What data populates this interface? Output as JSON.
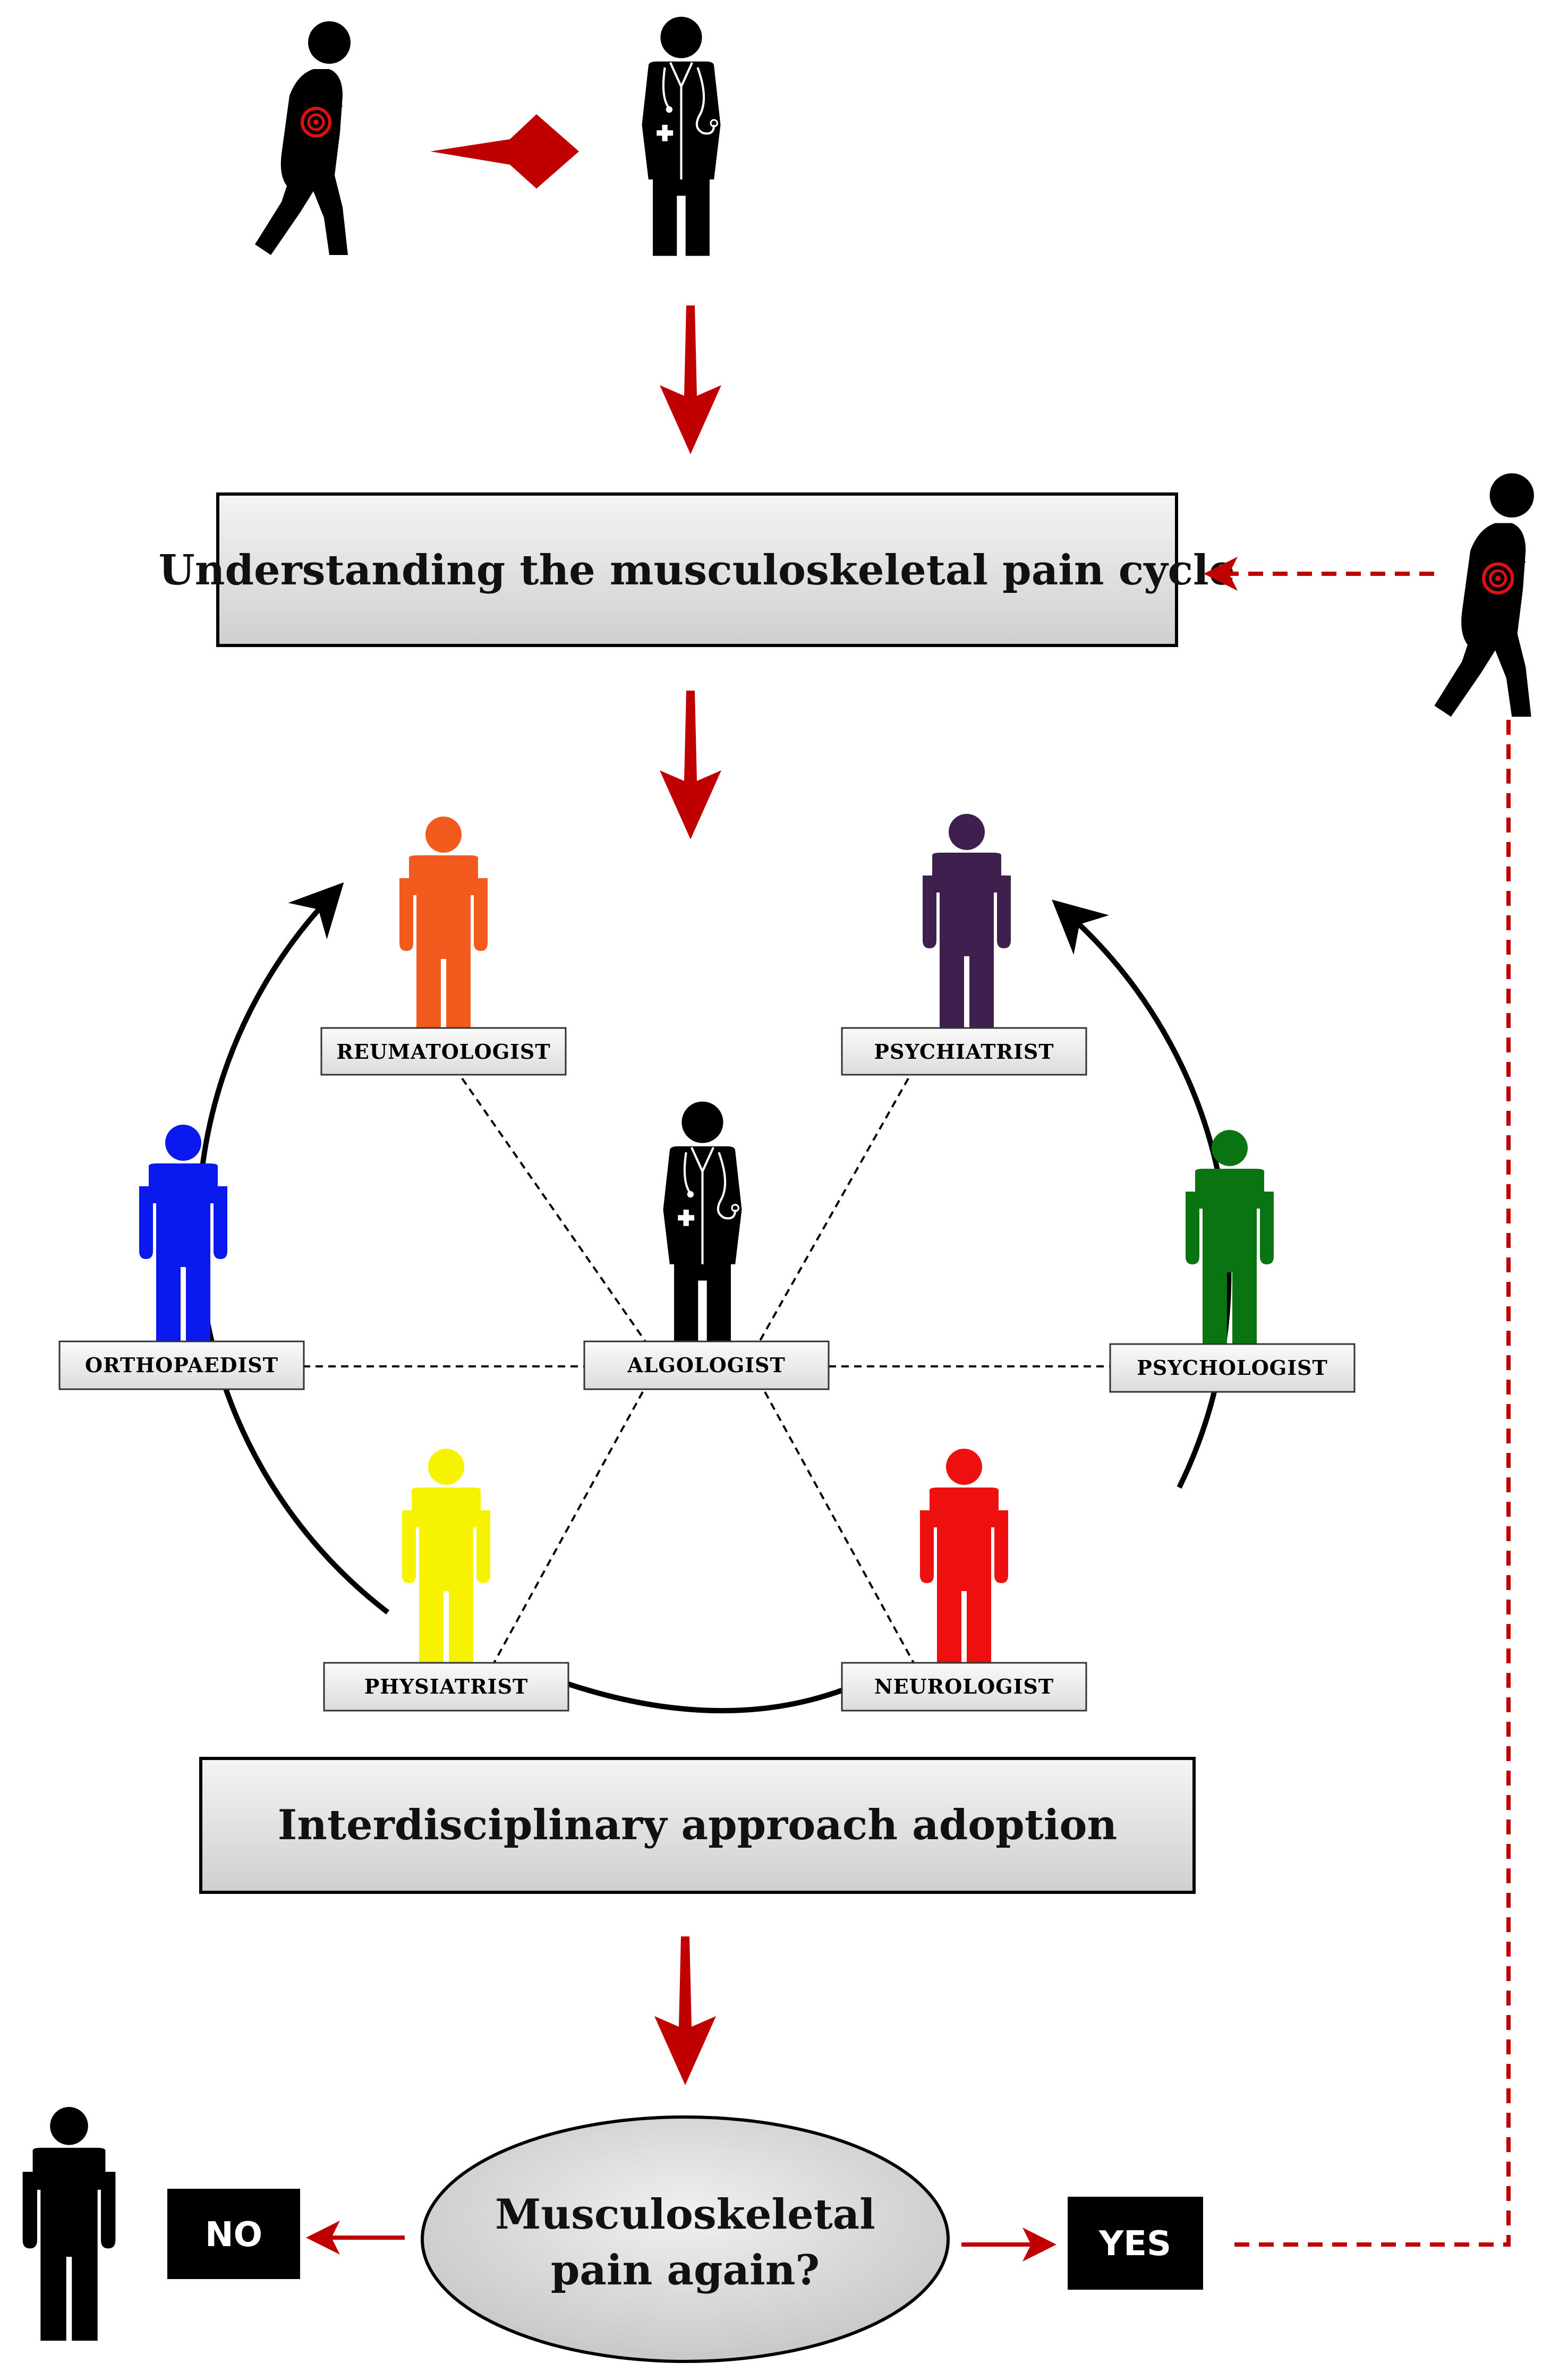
{
  "diagram": {
    "steps": {
      "understanding": "Understanding the musculoskeletal pain cycle",
      "interdisciplinary": "Interdisciplinary approach adoption",
      "question_line1": "Musculoskeletal",
      "question_line2": "pain again?"
    },
    "answers": {
      "no": "NO",
      "yes": "YES"
    },
    "specialists": {
      "center": "ALGOLOGIST",
      "reumatologist": "REUMATOLOGIST",
      "psychiatrist": "PSYCHIATRIST",
      "orthopaedist": "ORTHOPAEDIST",
      "psychologist": "PSYCHOLOGIST",
      "physiatrist": "PHYSIATRIST",
      "neurologist": "NEUROLOGIST"
    },
    "colors": {
      "arrow_red": "#c00000",
      "reumatologist": "#f25a1e",
      "psychiatrist": "#3f1f4d",
      "orthopaedist": "#0a1aee",
      "psychologist": "#0a7412",
      "physiatrist": "#f7f200",
      "neurologist": "#ee0f0f",
      "doctor": "#000000"
    },
    "icons": [
      "pain-patient-icon",
      "doctor-icon",
      "person-icon",
      "healthy-person-icon"
    ]
  }
}
